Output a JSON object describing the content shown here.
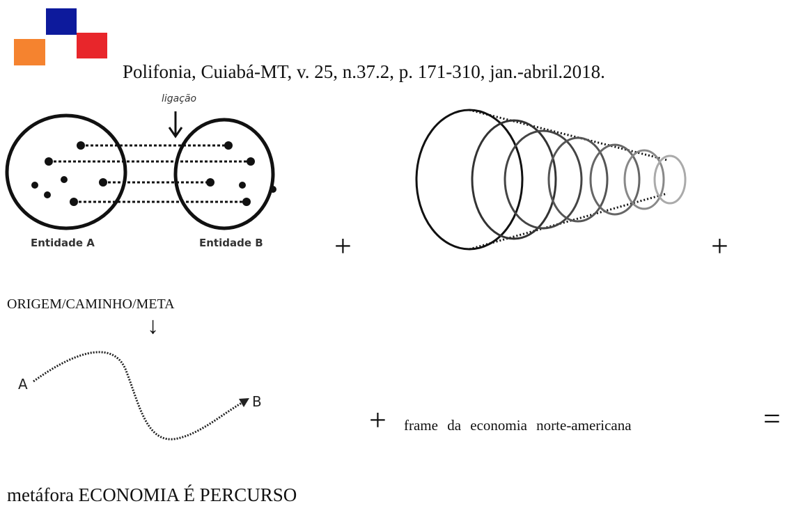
{
  "header": {
    "citation": "Polifonia, Cuiabá-MT, v. 25, n.37.2, p. 171-310, jan.-abril.2018.",
    "logo_colors": {
      "blue": "#0d1a9c",
      "orange": "#f5832f",
      "red": "#e8262b"
    }
  },
  "figure_link": {
    "arrow_label": "ligação",
    "entity_a": "Entidade A",
    "entity_b": "Entidade B"
  },
  "operators": {
    "plus": "+",
    "equals": "="
  },
  "path_schema": {
    "label": "ORIGEM/CAMINHO/META",
    "arrow": "↓",
    "point_a": "A",
    "point_b": "B"
  },
  "frame_text": "frame da economia norte-americana",
  "conclusion": "metáfora ECONOMIA É PERCURSO"
}
